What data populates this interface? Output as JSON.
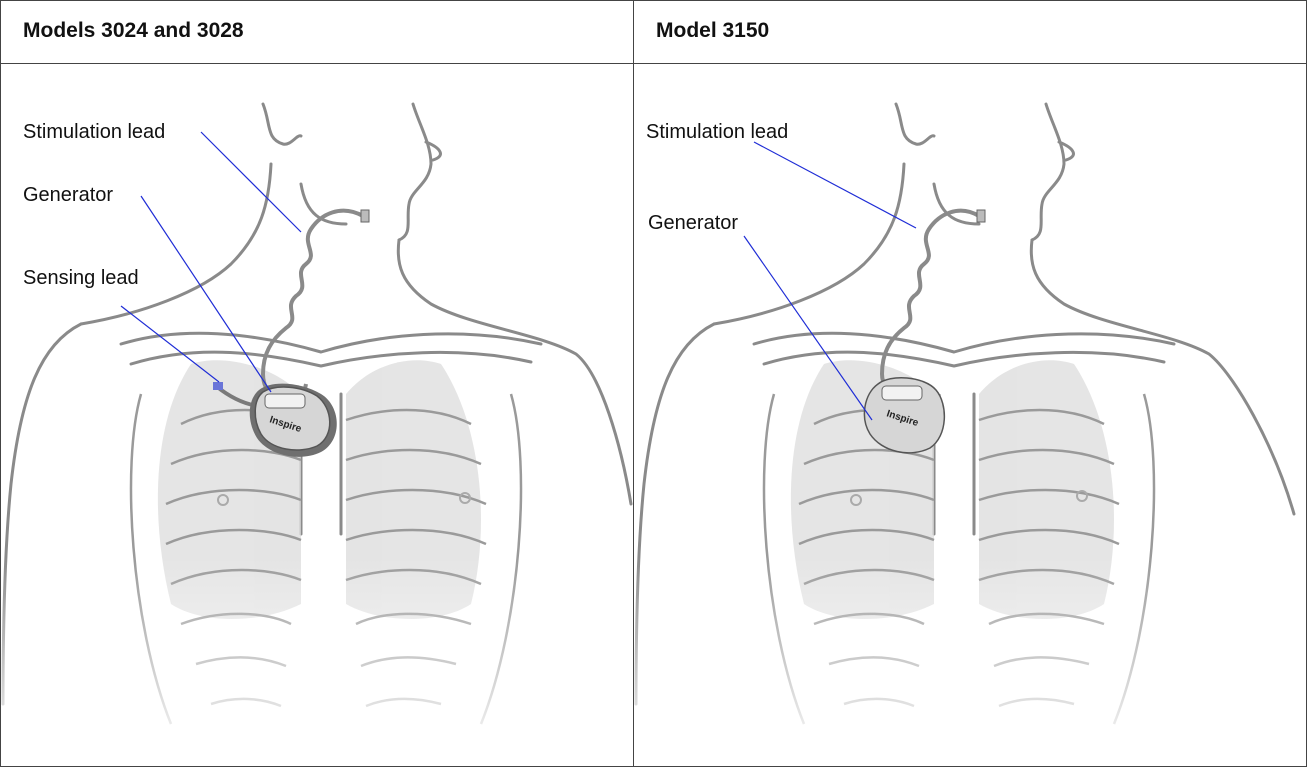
{
  "left_panel": {
    "heading": "Models 3024 and 3028",
    "labels": {
      "stimulation_lead": "Stimulation lead",
      "generator": "Generator",
      "sensing_lead": "Sensing lead"
    },
    "device_brand": "Inspire"
  },
  "right_panel": {
    "heading": "Model 3150",
    "labels": {
      "stimulation_lead": "Stimulation lead",
      "generator": "Generator"
    },
    "device_brand": "Inspire"
  },
  "colors": {
    "leader_line": "#1f2dd6",
    "body_outline": "#7a7a7a",
    "lung_fill": "#d9d9d9",
    "border": "#444444"
  }
}
